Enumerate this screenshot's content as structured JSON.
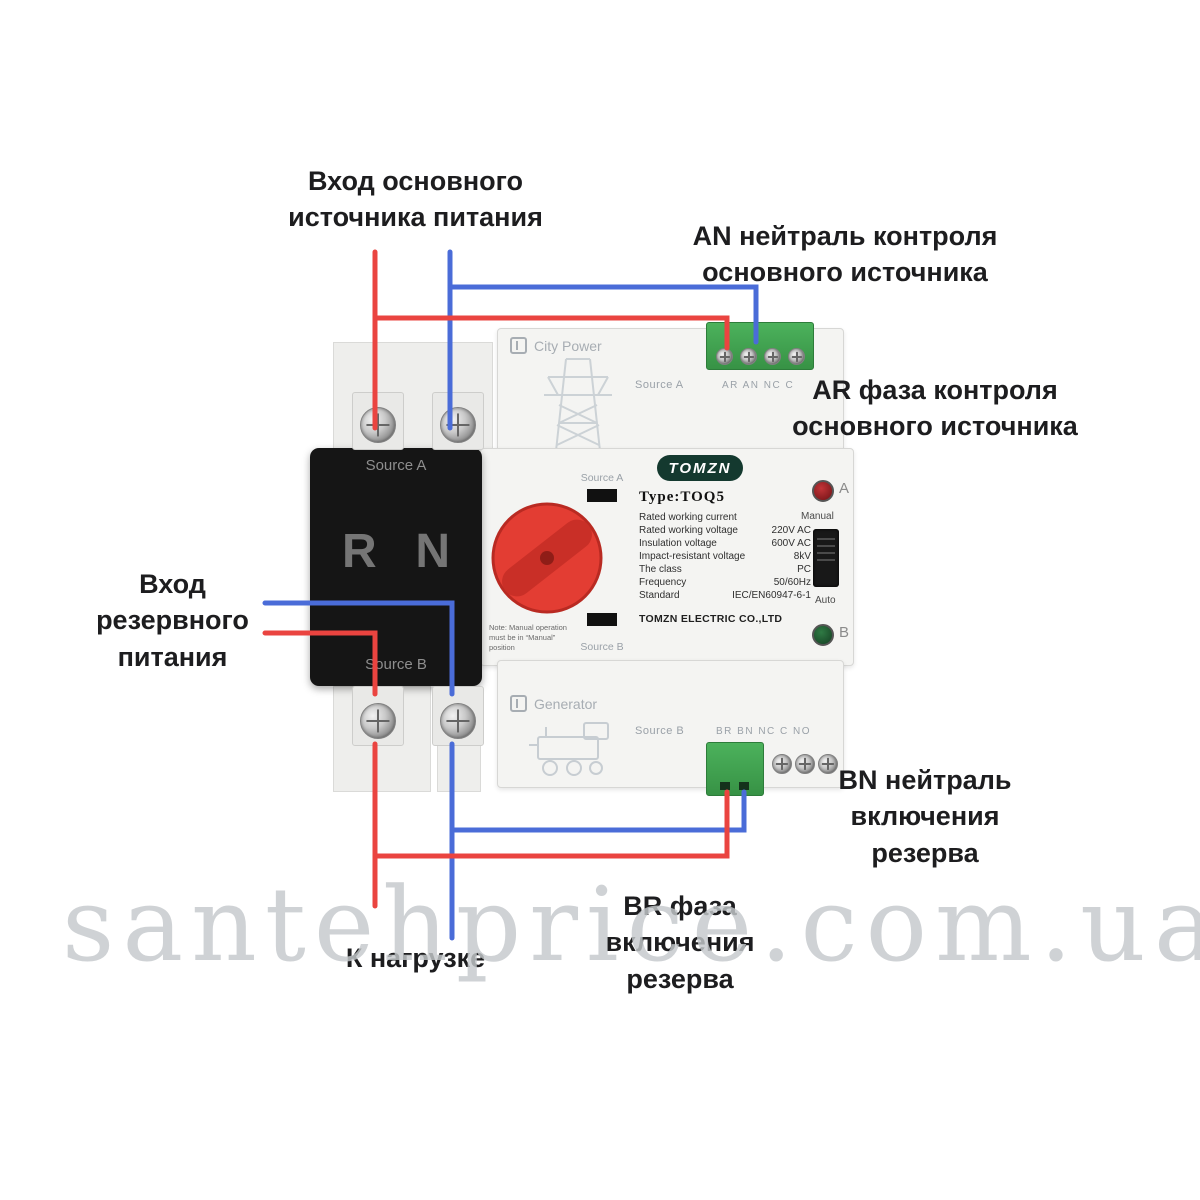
{
  "watermark": {
    "text": "santehprice.com.ua"
  },
  "annotations": {
    "main_input": {
      "lines": [
        "Вход основного",
        "источника питания"
      ]
    },
    "an": {
      "lines": [
        "AN нейтраль контроля",
        "основного источника"
      ]
    },
    "ar": {
      "lines": [
        "AR фаза контроля",
        "основного источника"
      ]
    },
    "reserve_input": {
      "lines": [
        "Вход",
        "резервного",
        "питания"
      ]
    },
    "bn": {
      "lines": [
        "BN нейтраль",
        "включения",
        "резерва"
      ]
    },
    "br": {
      "lines": [
        "BR фаза",
        "включения",
        "резерва"
      ]
    },
    "load": {
      "lines": [
        "К нагрузке"
      ]
    }
  },
  "device": {
    "black_box": {
      "top_label": "Source A",
      "letter_r": "R",
      "letter_n": "N",
      "bottom_label": "Source B"
    },
    "top_module": {
      "header": "City Power",
      "source_label": "Source A",
      "terminal_label": "AR AN NC C"
    },
    "bottom_module": {
      "header": "Generator",
      "source_label": "Source B",
      "terminal_label": "BR BN NC C NO"
    },
    "panel": {
      "brand": "TOMZN",
      "type_label": "Type:TOQ5",
      "source_a_label": "Source A",
      "source_b_label": "Source B",
      "specs": [
        {
          "label": "Rated working current",
          "value": ""
        },
        {
          "label": "Rated working voltage",
          "value": "220V AC"
        },
        {
          "label": "Insulation voltage",
          "value": "600V AC"
        },
        {
          "label": "Impact-resistant voltage",
          "value": "8kV"
        },
        {
          "label": "The class",
          "value": "PC"
        },
        {
          "label": "Frequency",
          "value": "50/60Hz"
        },
        {
          "label": "Standard",
          "value": "IEC/EN60947-6-1"
        }
      ],
      "manual_label": "Manual",
      "auto_label": "Auto",
      "indicator_a_label": "A",
      "indicator_b_label": "B",
      "company": "TOMZN ELECTRIC CO.,LTD",
      "note": "Note: Manual operation must be in “Manual” position"
    }
  },
  "colors": {
    "wire_red": "#ea4440",
    "wire_blue": "#4a6cd8",
    "terminal_green": "#3fa24c",
    "knob_red": "#e33d33",
    "indicator_a": "#7c181c",
    "indicator_b": "#1d5030"
  }
}
